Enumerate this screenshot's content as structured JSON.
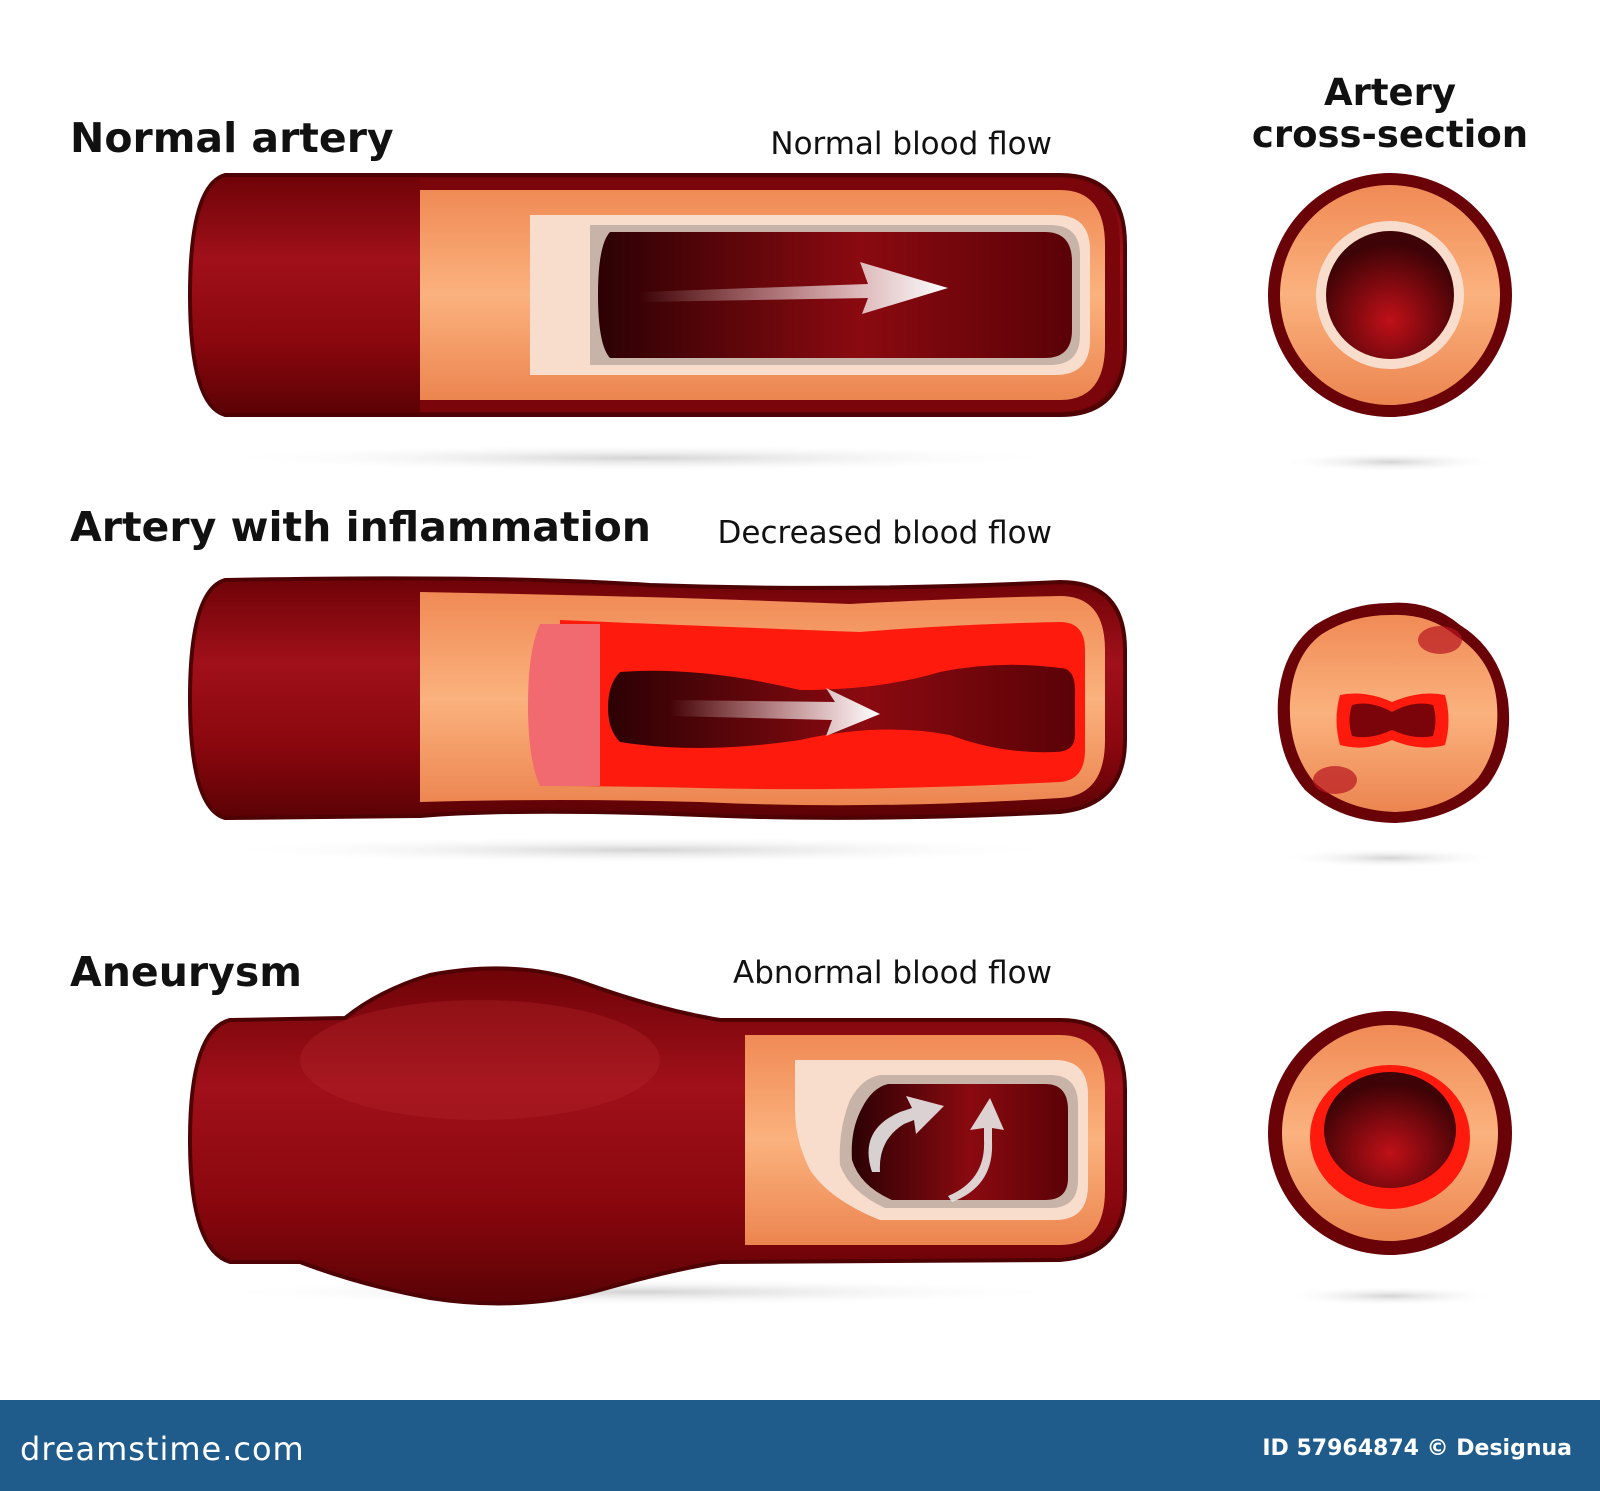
{
  "sections": [
    {
      "title": "Normal artery",
      "flow_label": "Normal blood flow"
    },
    {
      "title": "Artery with inflammation",
      "flow_label": "Decreased blood flow"
    },
    {
      "title": "Aneurysm",
      "flow_label": "Abnormal blood flow"
    }
  ],
  "cross_section_title": "Artery\ncross-section",
  "footer": {
    "brand": "dreamstime.com",
    "id_text": "ID 57964874 © Designua"
  },
  "colors": {
    "outer_wall": "#8e0a0e",
    "outer_wall_dark": "#5e0205",
    "tissue": "#f6a470",
    "inner_lining": "#f8dccc",
    "lumen": "#3d0306",
    "inflamed": "#ff1a0e",
    "footer": "#1f5c8c"
  }
}
